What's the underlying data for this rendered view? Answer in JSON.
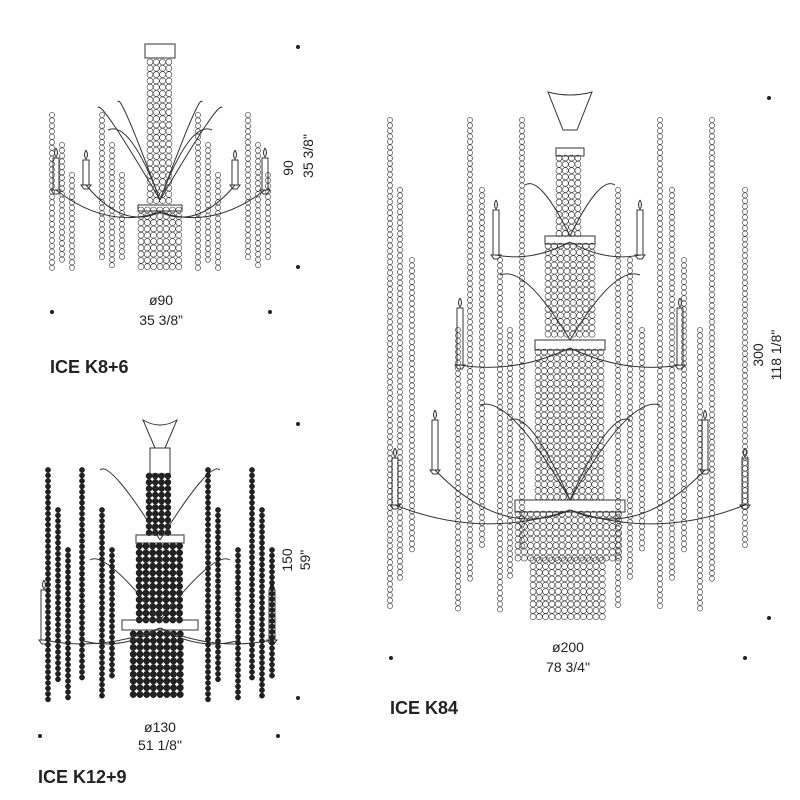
{
  "products": [
    {
      "model": "ICE K8+6",
      "height_cm": "90",
      "height_in": "35 3/8\"",
      "diameter_cm": "ø90",
      "diameter_in": "35 3/8”"
    },
    {
      "model": "ICE K12+9",
      "height_cm": "150",
      "height_in": "59\"",
      "diameter_cm": "ø130",
      "diameter_in": "51 1/8\""
    },
    {
      "model": "ICE K84",
      "height_cm": "300",
      "height_in": "118 1/8\"",
      "diameter_cm": "ø200",
      "diameter_in": "78 3/4\""
    }
  ],
  "colors": {
    "line": "#333333",
    "text": "#222222",
    "background": "#ffffff"
  }
}
